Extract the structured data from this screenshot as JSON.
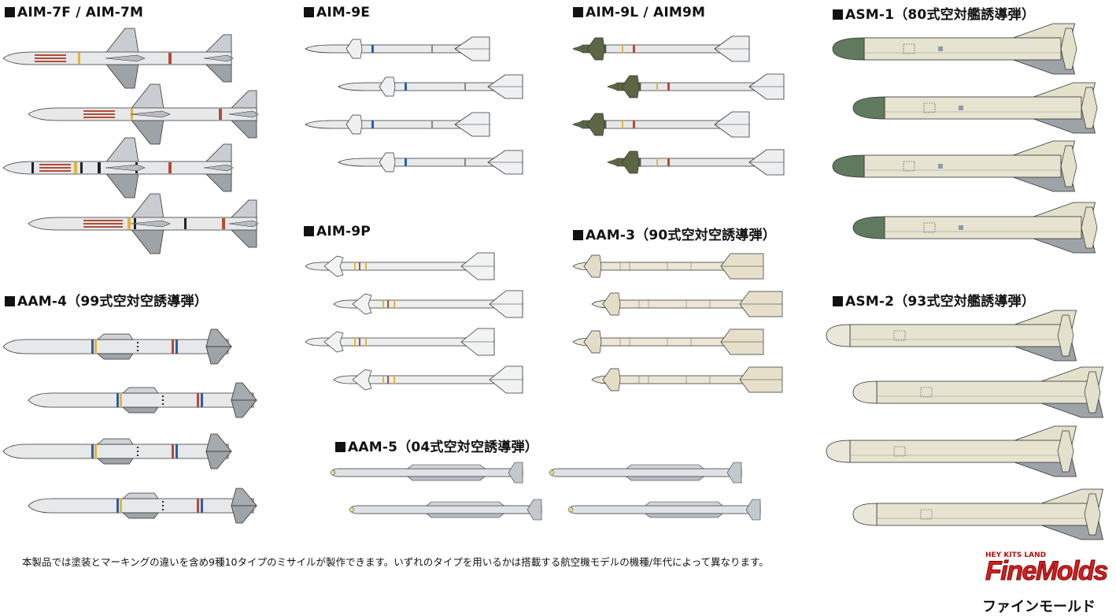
{
  "groups": [
    {
      "id": "aim7",
      "title": "AIM-7F / AIM-7M",
      "count": 4,
      "color": "#e6e8ea"
    },
    {
      "id": "aam4",
      "title": "AAM-4（99式空対空誘導弾）",
      "count": 4,
      "color": "#e6e8ea"
    },
    {
      "id": "aim9e",
      "title": "AIM-9E",
      "count": 4,
      "color": "#e8eaec"
    },
    {
      "id": "aim9p",
      "title": "AIM-9P",
      "count": 4,
      "color": "#eceeee"
    },
    {
      "id": "aim9l",
      "title": "AIM-9L / AIM9M",
      "count": 4,
      "color": "#e6e8ea"
    },
    {
      "id": "aam3",
      "title": "AAM-3（90式空対空誘導弾）",
      "count": 4,
      "color": "#ebe6d6"
    },
    {
      "id": "aam5",
      "title": "AAM-5（04式空対空誘導弾）",
      "count": 4,
      "color": "#dfe3e6"
    },
    {
      "id": "asm1",
      "title": "ASM-1（80式空対艦誘導弾）",
      "count": 4,
      "color": "#e6e3d0"
    },
    {
      "id": "asm2",
      "title": "ASM-2（93式空対艦誘導弾）",
      "count": 4,
      "color": "#e6e3d0"
    }
  ],
  "footer": {
    "note": "本製品では塗装とマーキングの違いを含め9種10タイプのミサイルが製作できます。いずれのタイプを用いるかは搭載する航空機モデルの機種/年代によって異なります。"
  },
  "logo": {
    "top_text": "HEY KITS LAND",
    "main_text": "FineMolds",
    "sub_text": "ファインモールド"
  },
  "colors": {
    "seeker_green": "#5f7a5e",
    "aim9l_green": "#5c6644",
    "band_red": "#b54b34",
    "band_yellow": "#e2b53c",
    "band_blue": "#2b5ea6",
    "outline": "#333333"
  }
}
